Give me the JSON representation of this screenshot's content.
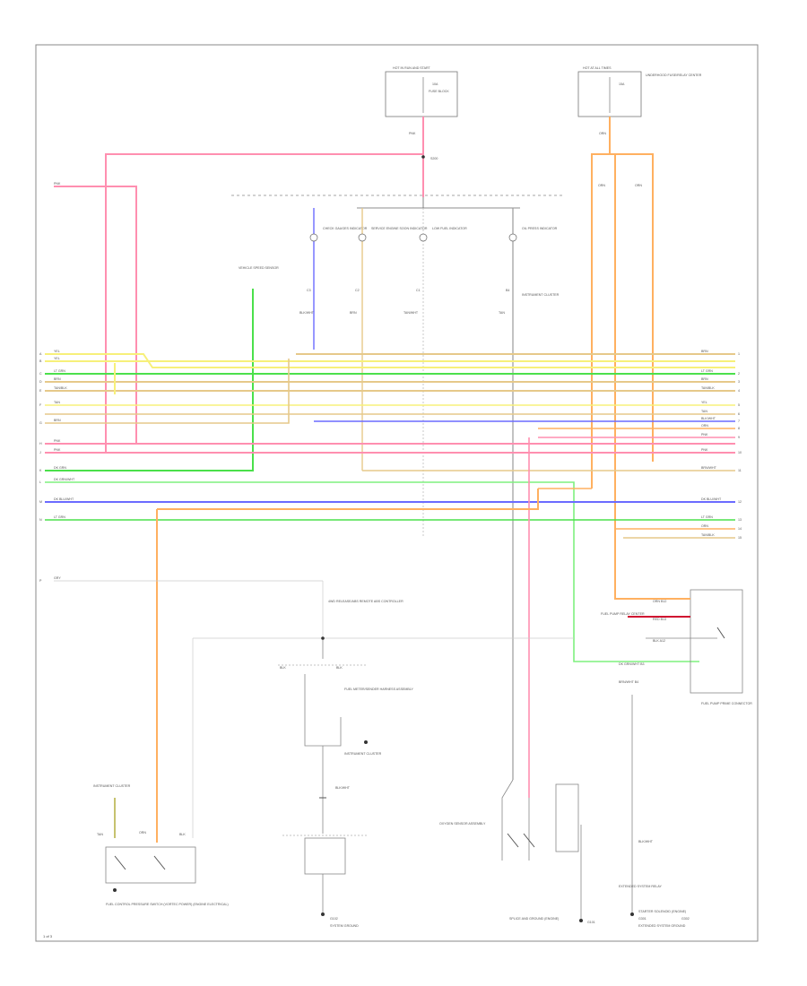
{
  "colors": {
    "pink": "#ff8fb0",
    "yellow": "#f7f07a",
    "green": "#4be04b",
    "light_green": "#7ff07f",
    "tan": "#e6c98a",
    "orange": "#ffb060",
    "blue": "#6b6bff",
    "gray": "#9a9a9a",
    "dark": "#333333",
    "red": "#d01030"
  },
  "fuses": {
    "left_title": "HOT IN RUN AND START",
    "left_fuse": "10A",
    "left_desc": "FUSE BLOCK",
    "right_title": "HOT AT ALL TIMES",
    "right_fuse": "15A",
    "right_desc": "UNDERHOOD FUSE/RELAY CENTER"
  },
  "top_labels": {
    "wire_a": "PNK",
    "wire_b": "ORN",
    "splice": "S200",
    "left_pnk": "PNK",
    "orn_a": "ORN",
    "orn_b": "ORN",
    "indicator_group": "INSTRUMENT CLUSTER",
    "sensor_label": "VEHICLE SPEED SENSOR"
  },
  "indicators": [
    {
      "name": "CHECK GAUGES INDICATOR",
      "pin": "C3",
      "wire": "BLK/WHT"
    },
    {
      "name": "SERVICE ENGINE SOON INDICATOR",
      "pin": "C2",
      "wire": "BRN"
    },
    {
      "name": "LOW FUEL INDICATOR",
      "pin": "C1",
      "wire": "TAN/WHT"
    },
    {
      "name": "OIL PRESS INDICATOR",
      "pin": "B4",
      "wire": "TAN"
    }
  ],
  "left_bus": {
    "rows": [
      {
        "pin": "A",
        "wire": "YEL"
      },
      {
        "pin": "B",
        "wire": "YEL"
      },
      {
        "pin": "C",
        "wire": "LT GRN"
      },
      {
        "pin": "D",
        "wire": "BRN"
      },
      {
        "pin": "E",
        "wire": "TAN/BLK"
      },
      {
        "pin": "F",
        "wire": "TAN"
      },
      {
        "pin": "G",
        "wire": "BRN"
      },
      {
        "pin": "H",
        "wire": "PNK"
      },
      {
        "pin": "J",
        "wire": "PNK"
      },
      {
        "pin": "K",
        "wire": "DK GRN"
      },
      {
        "pin": "L",
        "wire": "DK GRN/WHT"
      },
      {
        "pin": "M",
        "wire": "DK BLU/WHT"
      },
      {
        "pin": "N",
        "wire": "LT GRN"
      },
      {
        "pin": "P",
        "wire": "GRY"
      }
    ]
  },
  "right_bus": {
    "rows": [
      {
        "pin": "1",
        "wire": "BRN"
      },
      {
        "pin": "2",
        "wire": "LT GRN"
      },
      {
        "pin": "3",
        "wire": "BRN"
      },
      {
        "pin": "4",
        "wire": "TAN/BLK"
      },
      {
        "pin": "5",
        "wire": "YEL"
      },
      {
        "pin": "6",
        "wire": "TAN"
      },
      {
        "pin": "7",
        "wire": "BLK/WHT"
      },
      {
        "pin": "8",
        "wire": "ORN"
      },
      {
        "pin": "9",
        "wire": "PNK"
      },
      {
        "pin": "10",
        "wire": "PNK"
      },
      {
        "pin": "11",
        "wire": "BRN/WHT"
      },
      {
        "pin": "12",
        "wire": "DK BLU/WHT"
      },
      {
        "pin": "13",
        "wire": "LT GRN"
      },
      {
        "pin": "14",
        "wire": "ORN"
      },
      {
        "pin": "15",
        "wire": "TAN/BLK"
      }
    ]
  },
  "middle": {
    "controller_text": "4WD RELEASE/ABS REMOTE ABS CONTROLLER",
    "ground_a": "BLK",
    "ground_b": "BLK",
    "module_text": "FUEL METER/SENDER HARNESS ASSEMBLY",
    "pin_block": "INSTRUMENT CLUSTER",
    "sub_box": "BLK/WHT",
    "ground_module": "G102",
    "ground_label": "SYSTEM GROUND"
  },
  "right_box": {
    "title": "FUEL PUMP RELAY CENTER",
    "rows": [
      "ORN  B12",
      "RED  B13",
      "BLK  A12",
      "DK GRN/WHT  B3",
      "BRN/WHT  B4"
    ],
    "footer": "FUEL PUMP PRIME CONNECTOR"
  },
  "bottom": {
    "left_module": "FUEL CONTROL PRESSURE SWITCH (VORTEC POWER) (ENGINE ELECTRICAL)",
    "left_sensor": "INSTRUMENT CLUSTER",
    "left_wires": [
      "TAN",
      "ORN",
      "BLK"
    ],
    "center_module": "OXYGEN SENSOR ASSEMBLY",
    "center_ground": "G101",
    "center_desc": "SPLICE AND GROUND (ENGINE)",
    "right_relay": "EXTENDED SYSTEM RELAY",
    "right_ground_a": "G301",
    "right_ground_b": "G302",
    "right_ground_desc_a": "STARTER SOLENOID (ENGINE)",
    "right_ground_desc_b": "EXTENDED SYSTEM GROUND",
    "right_wire": "BLK/WHT"
  },
  "page_mark": "1 of 3"
}
